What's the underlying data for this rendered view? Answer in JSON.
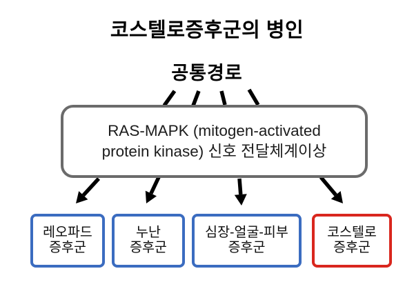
{
  "diagram": {
    "title": "코스텔로증후군의 병인",
    "common_pathway_label": "공통경로",
    "central_box": {
      "line1": "RAS-MAPK (mitogen-activated",
      "line2": "protein kinase) 신호 전달체계이상",
      "border_color": "#6b6b6b"
    },
    "syndrome_boxes": [
      {
        "line1": "레오파드",
        "line2": "증후군",
        "border_color": "#3b6cc0"
      },
      {
        "line1": "누난",
        "line2": "증후군",
        "border_color": "#3b6cc0"
      },
      {
        "line1": "심장-얼굴-피부",
        "line2": "증후군",
        "border_color": "#3b6cc0"
      },
      {
        "line1": "코스텔로",
        "line2": "증후군",
        "border_color": "#d9271e"
      }
    ],
    "colors": {
      "arrow": "#000000",
      "blue_border": "#3b6cc0",
      "red_border": "#d9271e",
      "gray_border": "#6b6b6b",
      "background": "#ffffff"
    }
  }
}
